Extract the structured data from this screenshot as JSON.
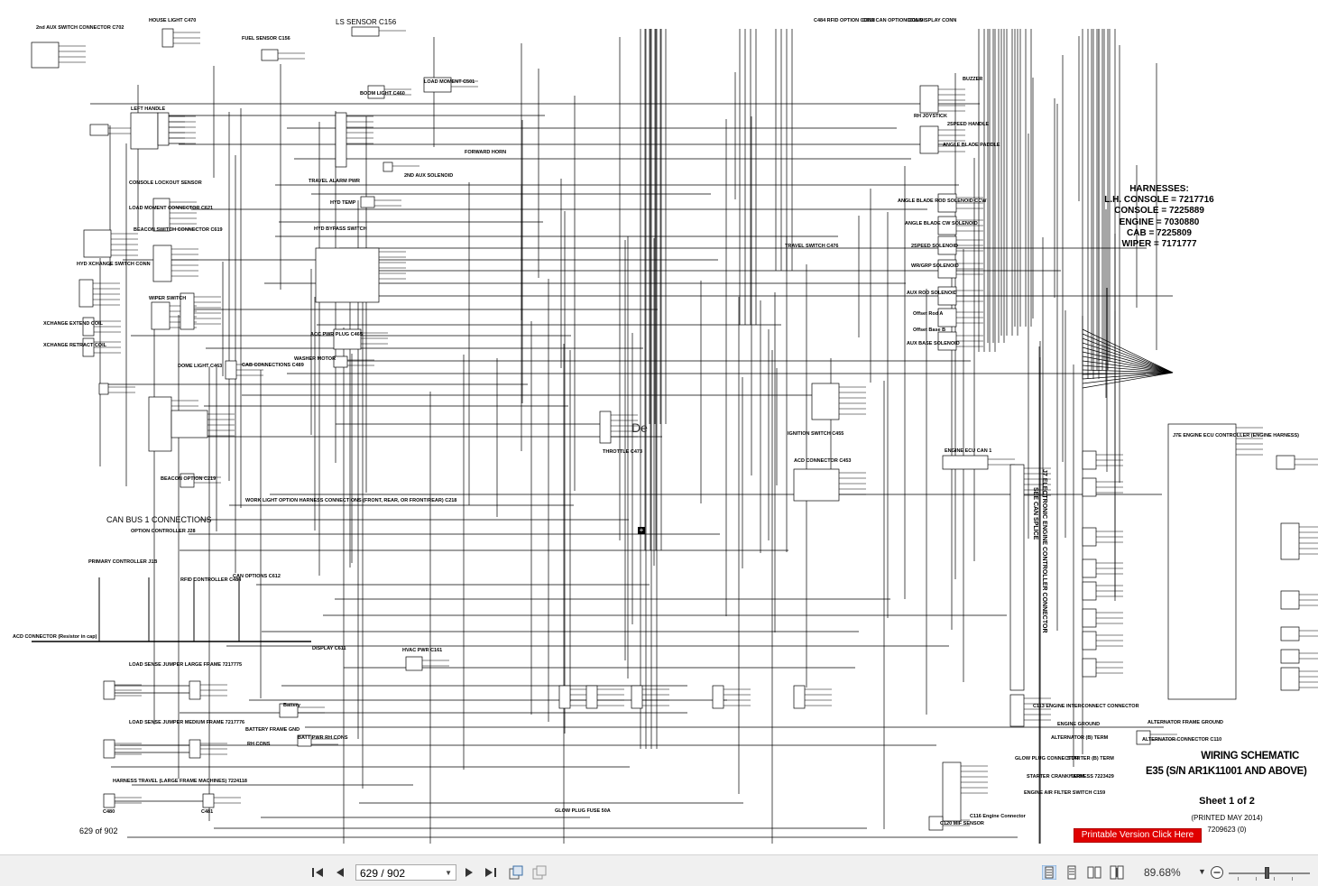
{
  "viewer": {
    "page_label": "629 of 902",
    "page_field": "629 / 902",
    "zoom": "89.68%"
  },
  "schematic": {
    "title_line1": "WIRING SCHEMATIC",
    "title_line2": "E35 (S/N AR1K11001 AND ABOVE)",
    "sheet": "Sheet 1 of 2",
    "printed": "(PRINTED MAY 2014)",
    "doc_number": "7209623 (0)",
    "print_button": "Printable Version Click Here",
    "can_bus_title": "CAN BUS 1 CONNECTIONS",
    "ls_sensor": "LS SENSOR  C156",
    "decal_text": "De",
    "harnesses": {
      "heading": "HARNESSES:",
      "lines": [
        "L.H.   CONSOLE = 7217716",
        "CONSOLE = 7225889",
        "ENGINE = 7030880",
        "CAB = 7225809",
        "WIPER = 7171777"
      ]
    },
    "labels": [
      "2nd AUX SWITCH CONNECTOR C702",
      "HOUSE LIGHT C470",
      "FUEL SENSOR C156",
      "LEFT HANDLE",
      "CONSOLE LOCKOUT SENSOR",
      "LOAD MOMENT CONNECTOR C621",
      "BEACON SWITCH CONNECTOR C619",
      "HYD XCHANGE SWITCH CONN",
      "XCHANGE EXTEND COIL",
      "XCHANGE RETRACT COIL",
      "WIPER SWITCH",
      "DOME LIGHT C463",
      "CAB CONNECTIONS C489",
      "BEACON OPTION C219",
      "WORK LIGHT OPTION HARNESS CONNECTIONS (FRONT, REAR, OR FRONT/REAR) C218",
      "LOAD MOMENT C501",
      "BOOM LIGHT C460",
      "FORWARD HORN",
      "2ND AUX SOLENOID",
      "TRAVEL ALARM PWR",
      "HYD TEMP",
      "HYD BYPASS SWITCH",
      "ACC PWR PLUG C465",
      "WASHER MOTOR",
      "THROTTLE C473",
      "C484 RFID OPTION CONN",
      "C612 CAN OPTION CONN",
      "C611 DISPLAY CONN",
      "BUZZER",
      "RH JOYSTICK",
      "2SPEED HANDLE",
      "ANGLE BLADE PADDLE",
      "ANGLE BLADE ROD SOLENOID CCW",
      "ANGLE BLADE CW SOLENOID",
      "2SPEED SOLENOID",
      "WR/GRP SOLENOID",
      "AUX ROD SOLENOID",
      "Offset Rod A",
      "Offset Base B",
      "AUX BASE SOLENOID",
      "TRAVEL SWITCH C476",
      "IGNITION SWITCH C455",
      "ENGINE ECU CAN 1",
      "ACD CONNECTOR C453",
      "SEE CAN SPLICE",
      "J7 ELECTRONIC ENGINE CONTROLLER CONNECTOR",
      "C113 ENGINE INTERCONNECT CONNECTOR",
      "ENGINE GROUND",
      "ALTERNATOR FRAME GROUND",
      "ALTERNATOR (B) TERM",
      "ALTERNATOR CONNECTOR C110",
      "STARTER (B) TERM",
      "STARTER CRANK TERM",
      "GLOW PLUG CONNECTOR",
      "ENGINE AIR FILTER SWITCH C159",
      "C116 Engine Connector",
      "C120 MIF SENSOR",
      "HARNESS 7223429",
      "GLOW PLUG FUSE 50A",
      "Battery",
      "BATTERY FRAME GND",
      "RH CONS",
      "BATT PWR RH CONS",
      "HVAC PWR C161",
      "OPTION CONTROLLER J28",
      "PRIMARY CONTROLLER J1B",
      "RFID CONTROLLER C484",
      "CAN OPTIONS C612",
      "ACD CONNECTOR (Resistor in cap)",
      "DISPLAY C611",
      "LOAD SENSE JUMPER LARGE FRAME 7217775",
      "LOAD SENSE JUMPER MEDIUM FRAME 7217776",
      "HARNESS TRAVEL (LARGE FRAME MACHINES) 7224118",
      "C480",
      "C481",
      "J7E ENGINE ECU CONTROLLER (ENGINE HARNESS)"
    ]
  },
  "icons": {
    "first": "first-page-icon",
    "prev": "previous-page-icon",
    "next": "next-page-icon",
    "last": "last-page-icon"
  },
  "colors": {
    "print_button": "#e00000",
    "toolbar_bg": "#f0f0f0"
  }
}
